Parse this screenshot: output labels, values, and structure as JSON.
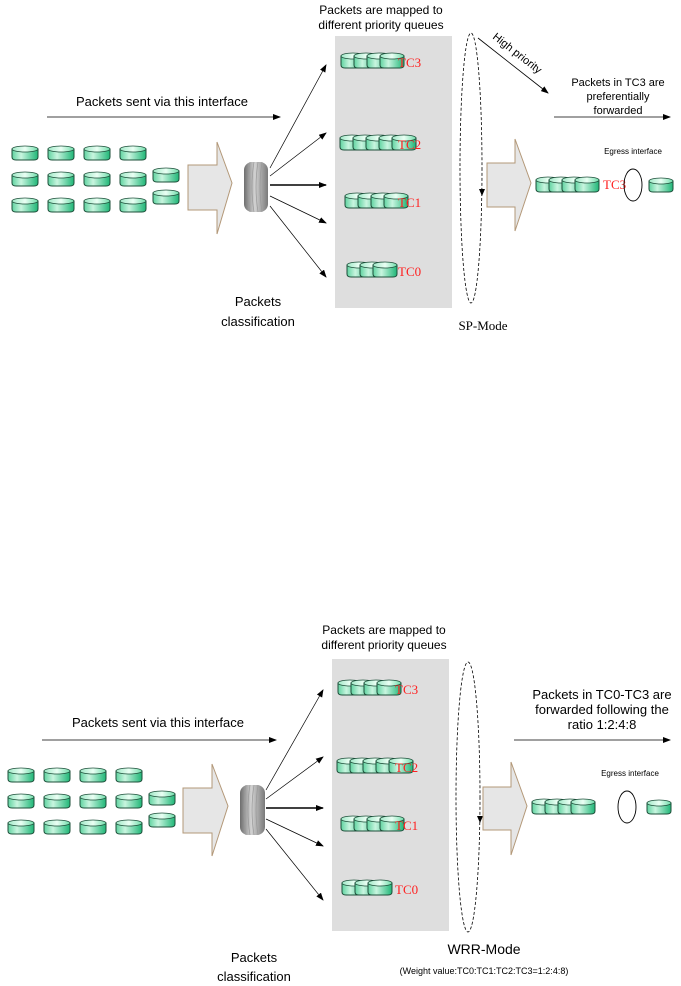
{
  "colors": {
    "packet_fill_light": "#c8f5df",
    "packet_fill_dark": "#1fb677",
    "packet_stroke": "#1e4f3a",
    "queue_panel": "#dedede",
    "big_arrow_fill": "#e6e6e6",
    "big_arrow_stroke": "#b39878",
    "tc_label": "#ff2020"
  },
  "diagrams": [
    {
      "id": "sp",
      "input_label": "Packets sent via this interface",
      "input_packet_grid": {
        "rows": 3,
        "cols": 4,
        "extra_stack": 2
      },
      "classification_label": [
        "Packets",
        "classification"
      ],
      "queues_title": [
        "Packets are mapped to",
        "different priority queues"
      ],
      "queues": [
        {
          "name": "TC3",
          "packets": 4
        },
        {
          "name": "TC2",
          "packets": 5
        },
        {
          "name": "TC1",
          "packets": 4
        },
        {
          "name": "TC0",
          "packets": 3
        }
      ],
      "scheduler_label": "SP-Mode",
      "high_priority_label": "High priority",
      "output_label": [
        "Packets in TC3 are",
        "preferentially",
        "forwarded"
      ],
      "egress_label": "Egress interface",
      "egress_queue": {
        "name": "TC3",
        "packets": 4
      },
      "egress_out_packets": 1
    },
    {
      "id": "wrr",
      "input_label": "Packets sent via this interface",
      "input_packet_grid": {
        "rows": 3,
        "cols": 4,
        "extra_stack": 2
      },
      "classification_label": [
        "Packets",
        "classification"
      ],
      "queues_title": [
        "Packets are mapped to",
        "different priority queues"
      ],
      "queues": [
        {
          "name": "TC3",
          "packets": 4
        },
        {
          "name": "TC2",
          "packets": 5
        },
        {
          "name": "TC1",
          "packets": 4
        },
        {
          "name": "TC0",
          "packets": 3
        }
      ],
      "scheduler_label": "WRR-Mode",
      "weight_note": "(Weight value:TC0:TC1:TC2:TC3=1:2:4:8)",
      "output_label": [
        "Packets in TC0-TC3 are",
        "forwarded following the",
        "ratio 1:2:4:8"
      ],
      "egress_label": "Egress interface",
      "egress_queue": {
        "name": "",
        "packets": 4
      },
      "egress_out_packets": 1
    }
  ]
}
